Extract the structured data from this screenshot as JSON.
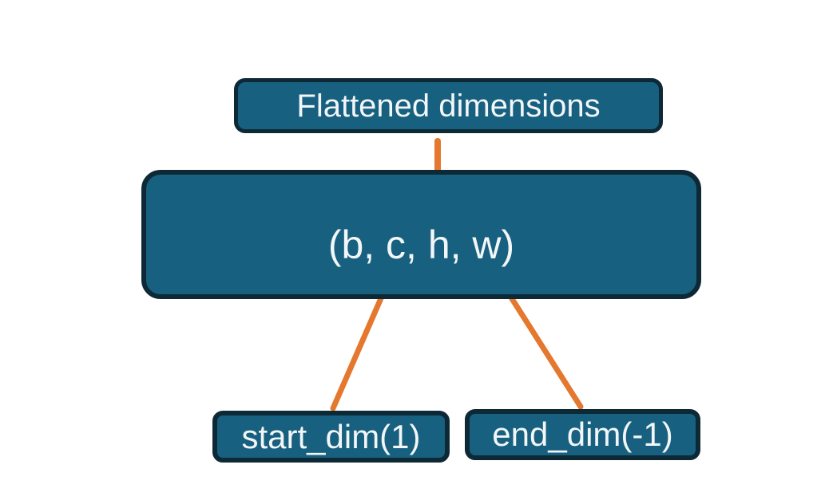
{
  "diagram": {
    "title_box": {
      "label": "Flattened dimensions"
    },
    "tuple_box": {
      "label": "(b, c, h, w)"
    },
    "start_box": {
      "label": "start_dim(1)"
    },
    "end_box": {
      "label": "end_dim(-1)"
    }
  },
  "colors": {
    "background": "#ffffff",
    "box_fill": "#176080",
    "box_border": "#0e2936",
    "connector_orange": "#e5782f",
    "text": "#f2f6f7"
  }
}
